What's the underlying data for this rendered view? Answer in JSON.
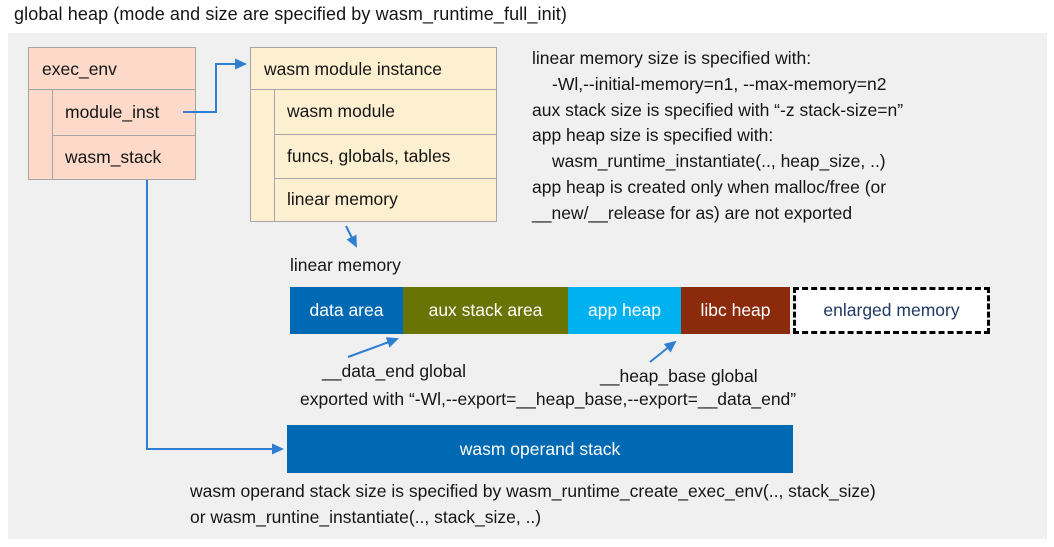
{
  "title": "global heap (mode and size are specified by wasm_runtime_full_init)",
  "exec_env": {
    "header": "exec_env",
    "rows": [
      "module_inst",
      "wasm_stack"
    ]
  },
  "module_instance": {
    "header": "wasm module instance",
    "rows": [
      "wasm module",
      "funcs, globals, tables",
      "linear memory"
    ]
  },
  "notes_right": [
    "linear memory size is specified with:",
    "-Wl,--initial-memory=n1, --max-memory=n2",
    "aux stack size is specified with “-z stack-size=n”",
    "app heap size is specified with:",
    "wasm_runtime_instantiate(.., heap_size, ..)",
    "app heap is created only when malloc/free (or",
    "__new/__release for as) are not exported"
  ],
  "memory_bar": {
    "label": "linear memory",
    "segments": [
      {
        "label": "data area"
      },
      {
        "label": "aux stack area"
      },
      {
        "label": "app heap"
      },
      {
        "label": "libc heap"
      }
    ],
    "enlarged_label": "enlarged memory"
  },
  "annotations": {
    "data_end": "__data_end global",
    "heap_base": "__heap_base global",
    "exported": "exported with “-Wl,--export=__heap_base,--export=__data_end”"
  },
  "operand_stack_label": "wasm operand stack",
  "notes_bottom": [
    "wasm operand stack size is specified by wasm_runtime_create_exec_env(.., stack_size)",
    "or wasm_runtine_instantiate(.., stack_size, ..)"
  ],
  "colors": {
    "panel_bg": "#f0f0f1",
    "box_peach": "#fcd9c8",
    "box_cream": "#fdf0d1",
    "box_border": "#a6a6a6",
    "arrow_blue": "#2e7fd2",
    "bar_blue": "#0069b4",
    "bar_olive": "#6a7405",
    "bar_cyan": "#00b1f0",
    "bar_maroon": "#8c2a0c",
    "enlarged_text": "#1f3864"
  }
}
